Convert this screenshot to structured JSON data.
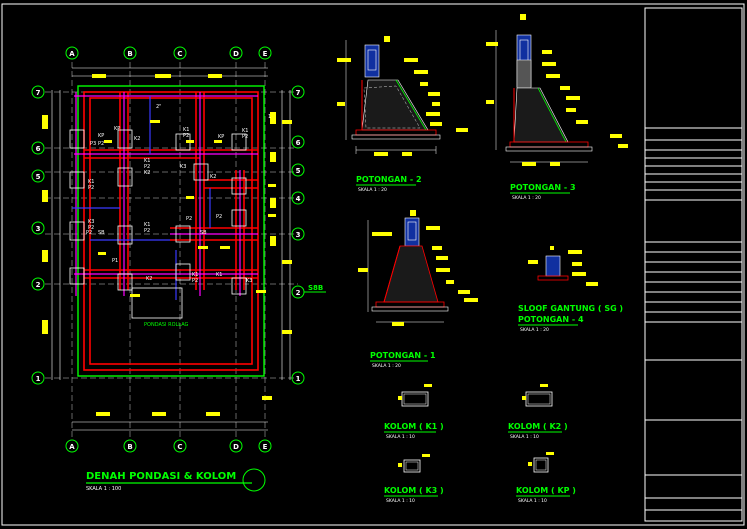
{
  "plan": {
    "title": "DENAH PONDASI & KOLOM",
    "scale": "SKALA 1 : 100",
    "grid_cols": [
      "A",
      "B",
      "C",
      "D",
      "E"
    ],
    "grid_rows": [
      "7",
      "6",
      "5",
      "4",
      "3",
      "2",
      "1"
    ],
    "grid_rows_left": [
      "7",
      "6",
      "5",
      "3",
      "2",
      "1"
    ],
    "sloof_tag": "S8B",
    "note": "PONDASI ROLLAG"
  },
  "sections": {
    "p2": {
      "title": "POTONGAN - 2",
      "scale": "SKALA 1 : 20"
    },
    "p3": {
      "title": "POTONGAN - 3",
      "scale": "SKALA 1 : 20"
    },
    "p1": {
      "title": "POTONGAN - 1",
      "scale": "SKALA 1 : 20"
    },
    "sg": {
      "title1": "SLOOF GANTUNG ( SG )",
      "title2": "POTONGAN - 4",
      "scale": "SKALA 1 : 20"
    }
  },
  "columns": {
    "k1": {
      "title": "KOLOM ( K1 )",
      "scale": "SKALA 1 : 10"
    },
    "k2": {
      "title": "KOLOM ( K2 )",
      "scale": "SKALA 1 : 10"
    },
    "k3": {
      "title": "KOLOM ( K3 )",
      "scale": "SKALA 1 : 10"
    },
    "kp": {
      "title": "KOLOM ( KP )",
      "scale": "SKALA 1 : 10"
    }
  },
  "colors": {
    "background": "#000000",
    "green": "#00ff00",
    "red": "#ff0000",
    "yellow": "#ffff00",
    "magenta": "#ff00ff",
    "blue": "#3a3aff",
    "white": "#ffffff"
  }
}
